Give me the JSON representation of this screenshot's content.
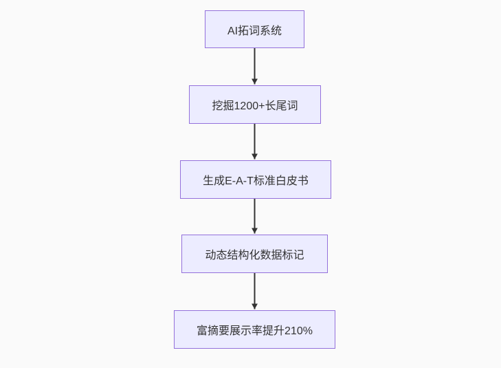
{
  "page": {
    "background_color": "#fafafa"
  },
  "flowchart": {
    "type": "flowchart-top-down",
    "node_fill_color": "#ECECFF",
    "node_border_color": "#9370DB",
    "text_color": "#333333",
    "arrow_color": "#333333",
    "nodes": [
      {
        "id": "A",
        "label": "AI拓词系统"
      },
      {
        "id": "B",
        "label": "挖掘1200+长尾词"
      },
      {
        "id": "C",
        "label": "生成E-A-T标准白皮书"
      },
      {
        "id": "D",
        "label": "动态结构化数据标记"
      },
      {
        "id": "E",
        "label": "富摘要展示率提升210%"
      }
    ],
    "edges": [
      {
        "from": "AI拓词系统",
        "to": "挖掘1200+长尾词"
      },
      {
        "from": "挖掘1200+长尾词",
        "to": "生成E-A-T标准白皮书"
      },
      {
        "from": "生成E-A-T标准白皮书",
        "to": "动态结构化数据标记"
      },
      {
        "from": "动态结构化数据标记",
        "to": "富摘要展示率提升210%"
      }
    ]
  }
}
